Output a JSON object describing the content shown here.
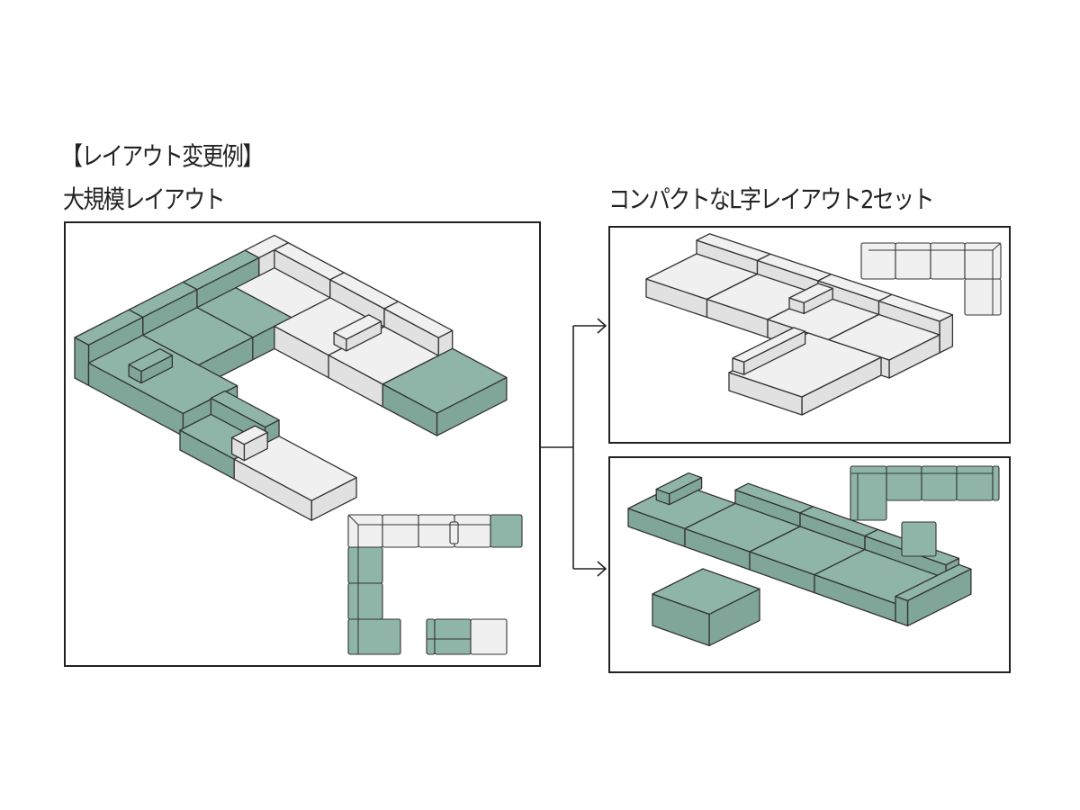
{
  "heading": "【レイアウト変更例】",
  "left_title": "大規模レイアウト",
  "right_title": "コンパクトなL字レイアウト2セット",
  "colors": {
    "green": "#8fb5a8",
    "green_side": "#7fa698",
    "white": "#f0f0f0",
    "white_side": "#e1e1e1",
    "line": "#333333"
  },
  "panels": [
    {
      "name": "large-layout",
      "color": "green-and-white"
    },
    {
      "name": "compact-l-white",
      "color": "white"
    },
    {
      "name": "compact-l-green",
      "color": "green"
    }
  ]
}
